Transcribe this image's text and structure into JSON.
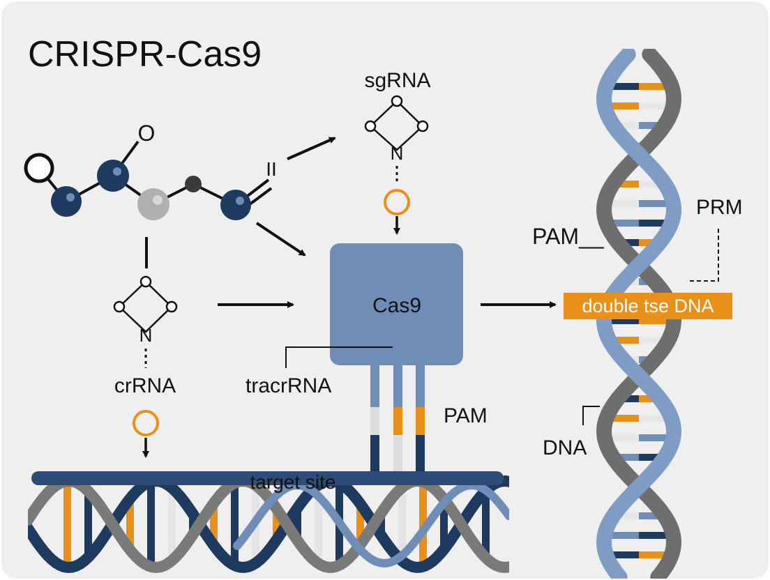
{
  "title": "CRISPR-Cas9",
  "labels": {
    "sgrna": "sgRNA",
    "crrna": "crRNA",
    "tracrrna": "tracrRNA",
    "cas9": "Cas9",
    "pam_center": "PAM",
    "pam_right": "PAM__",
    "prm": "PRM",
    "double_strand": "double tse DNA",
    "dna": "DNA",
    "target_site": "target  site",
    "ii_mark": "II",
    "n_top": "N",
    "n_left": "N",
    "o_top": "O"
  },
  "colors": {
    "background": "#efefef",
    "navy": "#1f3a5f",
    "steel_blue": "#6f8db7",
    "grey": "#6e6e6e",
    "orange": "#e8901a",
    "light_grey_atom": "#b0b0b0",
    "black": "#111111"
  },
  "icons": {
    "molecule": "molecule-icon",
    "rna_node": "rna-loop-icon",
    "arrow": "arrow-icon",
    "helix": "dna-helix-icon"
  }
}
